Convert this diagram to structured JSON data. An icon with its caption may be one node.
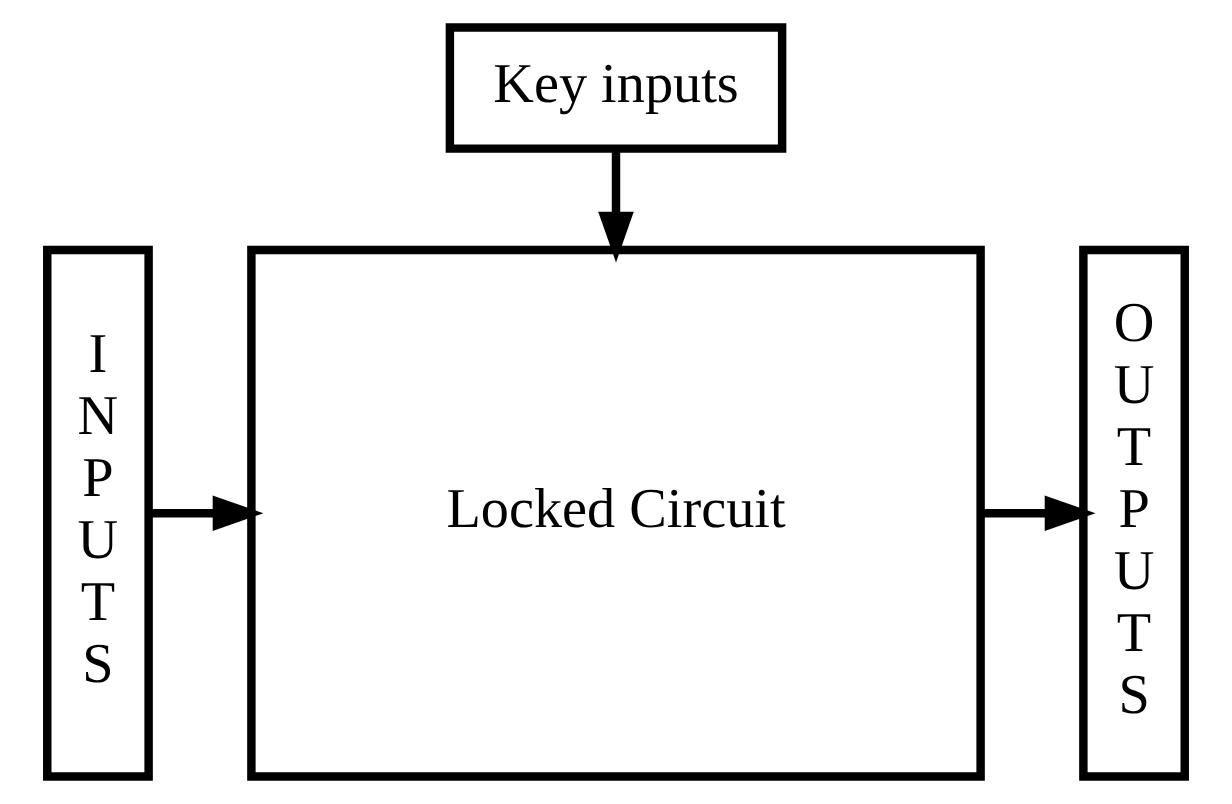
{
  "diagram": {
    "nodes": [
      {
        "text": [
          "Key inputs"
        ]
      },
      {
        "text": [
          "I N P U T S"
        ]
      },
      {
        "text": [
          "Locked Circuit"
        ]
      },
      {
        "text": [
          "O U T P U T S"
        ]
      }
    ],
    "edges": [
      {
        "from": 0,
        "to": 2,
        "arrow": "to"
      },
      {
        "from": 1,
        "to": 2,
        "arrow": "to"
      },
      {
        "from": 2,
        "to": 3,
        "arrow": "to"
      }
    ]
  }
}
